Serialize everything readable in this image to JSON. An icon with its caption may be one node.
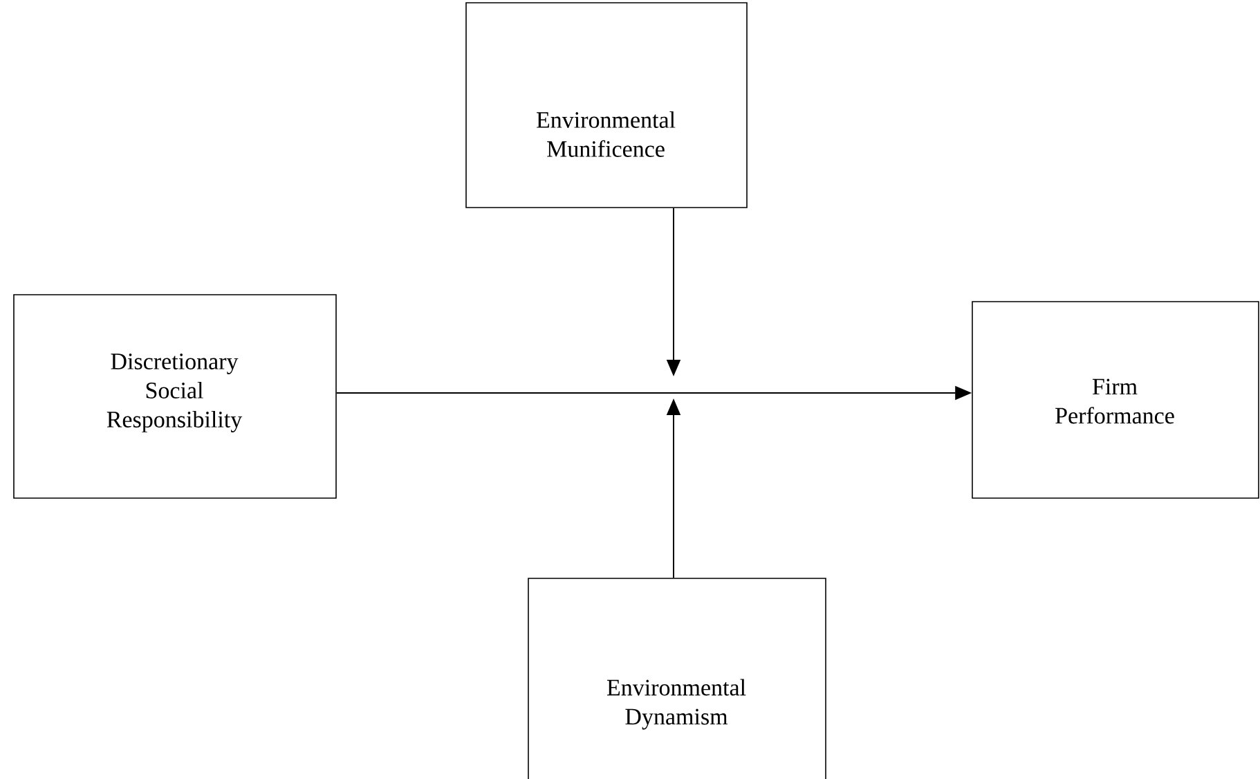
{
  "diagram": {
    "nodes": [
      {
        "text": [
          "Discretionary Social Responsibility"
        ]
      },
      {
        "text": [
          "Environmental Munificence"
        ]
      },
      {
        "text": [
          "Environmental Dynamism"
        ]
      },
      {
        "text": [
          "Firm Performance"
        ]
      }
    ],
    "edges": [
      {
        "from": 0,
        "to": 3,
        "arrow": "to"
      },
      {
        "from": 1,
        "to": null,
        "arrow": "to"
      },
      {
        "from": 2,
        "to": null,
        "arrow": "to"
      }
    ]
  }
}
